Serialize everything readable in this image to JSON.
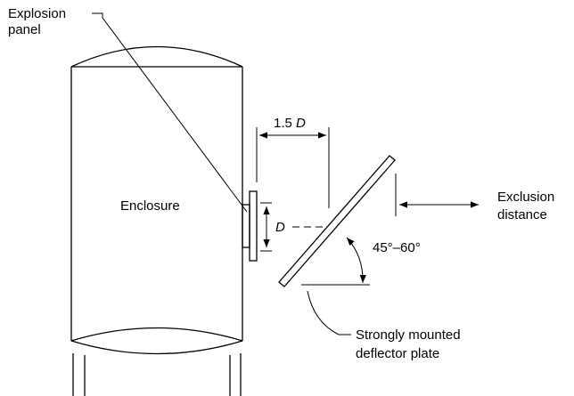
{
  "labels": {
    "explosion_panel_line1": "Explosion",
    "explosion_panel_line2": "panel",
    "enclosure": "Enclosure",
    "offset_value": "1.5",
    "offset_symbol": "D",
    "diameter_symbol": "D",
    "angle": "45°–60°",
    "exclusion_line1": "Exclusion",
    "exclusion_line2": "distance",
    "deflector_line1": "Strongly mounted",
    "deflector_line2": "deflector plate"
  }
}
